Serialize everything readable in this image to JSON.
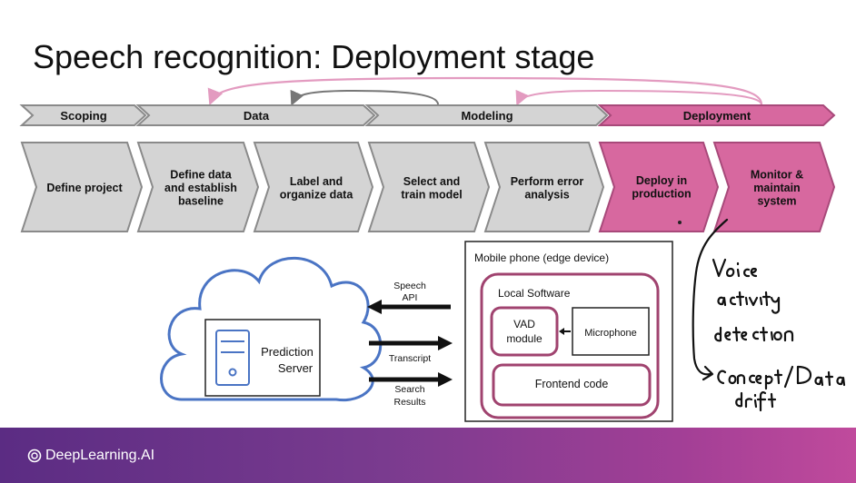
{
  "title": "Speech recognition: Deployment stage",
  "stages": [
    {
      "label": "Scoping"
    },
    {
      "label": "Data"
    },
    {
      "label": "Modeling"
    },
    {
      "label": "Deployment"
    }
  ],
  "steps": [
    {
      "lines": [
        "Define project"
      ]
    },
    {
      "lines": [
        "Define data",
        "and establish",
        "baseline"
      ]
    },
    {
      "lines": [
        "Label and",
        "organize data"
      ]
    },
    {
      "lines": [
        "Select and",
        "train model"
      ]
    },
    {
      "lines": [
        "Perform error",
        "analysis"
      ]
    },
    {
      "lines": [
        "Deploy in",
        "production"
      ]
    },
    {
      "lines": [
        "Monitor &",
        "maintain",
        "system"
      ]
    }
  ],
  "server": {
    "lines": [
      "Prediction",
      "Server"
    ]
  },
  "phone": {
    "title": "Mobile phone (edge device)",
    "local_software": "Local Software",
    "vad": [
      "VAD",
      "module"
    ],
    "microphone": "Microphone",
    "frontend": "Frontend code"
  },
  "arrows": {
    "speech_api": [
      "Speech",
      "API"
    ],
    "transcript": "Transcript",
    "search_results": [
      "Search",
      "Results"
    ]
  },
  "brand": "DeepLearning.AI",
  "colors": {
    "gray_fill": "#d4d4d4",
    "gray_stroke": "#8a8a8a",
    "pink_fill": "#d7689f",
    "pink_stroke": "#a8497a",
    "magenta_border": "#a0436f",
    "cloud_blue": "#4a74c4",
    "loop_pink": "#e39bc0",
    "loop_gray": "#777777"
  },
  "handwritten_note": "Voice activity detection -> Concept/Data drift"
}
